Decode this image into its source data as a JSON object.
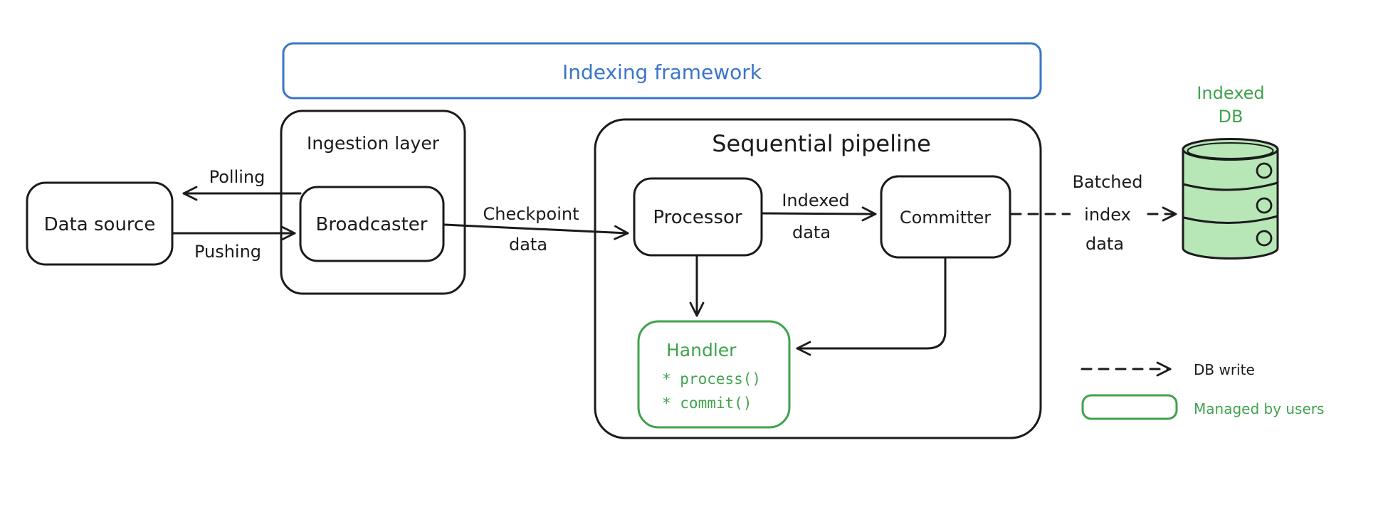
{
  "colors": {
    "ink": "#1b1b1b",
    "accent_blue": "#3b75c9",
    "accent_green": "#3fa34d",
    "db_fill": "#b7e6b7"
  },
  "framework": {
    "label": "Indexing framework"
  },
  "data_source": {
    "label": "Data source"
  },
  "ingestion": {
    "label": "Ingestion layer",
    "broadcaster": "Broadcaster"
  },
  "pipeline": {
    "label": "Sequential pipeline",
    "processor": "Processor",
    "committer": "Committer",
    "handler": {
      "title": "Handler",
      "methods": [
        "* process()",
        "* commit()"
      ]
    }
  },
  "db": {
    "label_line1": "Indexed",
    "label_line2": "DB"
  },
  "edges": {
    "polling": "Polling",
    "pushing": "Pushing",
    "checkpoint_line1": "Checkpoint",
    "checkpoint_line2": "data",
    "indexed_line1": "Indexed",
    "indexed_line2": "data",
    "batched_line1": "Batched",
    "batched_line2": "index",
    "batched_line3": "data"
  },
  "legend": {
    "db_write": "DB write",
    "managed_by_users": "Managed by users"
  }
}
